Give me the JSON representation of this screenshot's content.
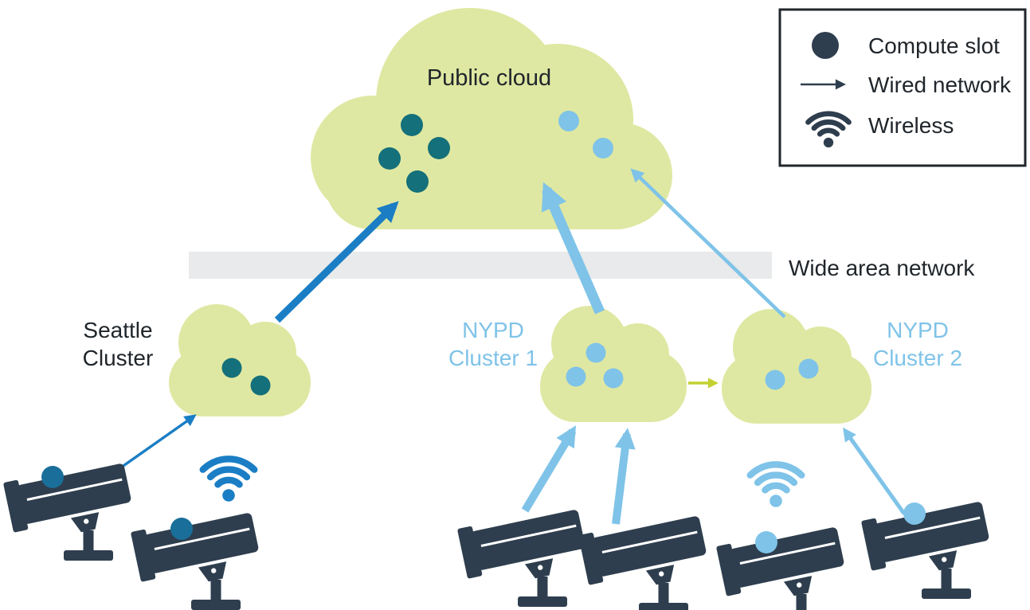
{
  "labels": {
    "public_cloud": "Public cloud",
    "wide_area_network": "Wide area network",
    "seattle": {
      "line1": "Seattle",
      "line2": "Cluster"
    },
    "nypd1": {
      "line1": "NYPD",
      "line2": "Cluster 1"
    },
    "nypd2": {
      "line1": "NYPD",
      "line2": "Cluster 2"
    }
  },
  "legend": {
    "items": [
      {
        "icon": "compute-slot-icon",
        "label": "Compute slot"
      },
      {
        "icon": "wired-network-icon",
        "label": "Wired network"
      },
      {
        "icon": "wireless-icon",
        "label": "Wireless"
      }
    ]
  },
  "clusters": {
    "public_cloud": {
      "name": "Public cloud",
      "teal_compute_slots": 4,
      "light_blue_compute_slots": 2
    },
    "seattle": {
      "name": "Seattle Cluster",
      "teal_compute_slots": 2
    },
    "nypd1": {
      "name": "NYPD Cluster 1",
      "light_blue_compute_slots": 3
    },
    "nypd2": {
      "name": "NYPD Cluster 2",
      "light_blue_compute_slots": 2
    }
  },
  "cameras": {
    "seattle_count": 2,
    "nypd_count": 4,
    "cameras_with_compute_slot": 4
  },
  "colors": {
    "cloud_fill": "#dfe8a2",
    "teal_slot": "#14707a",
    "light_blue": "#7fc3e8",
    "blue": "#1b7ec5",
    "dark_navy": "#2e3e4e",
    "yellow_green": "#c3d130",
    "wan_bar": "#e8eaeb",
    "text_dark": "#20262b",
    "seattle_camera_slot": "#1a6f9a"
  }
}
